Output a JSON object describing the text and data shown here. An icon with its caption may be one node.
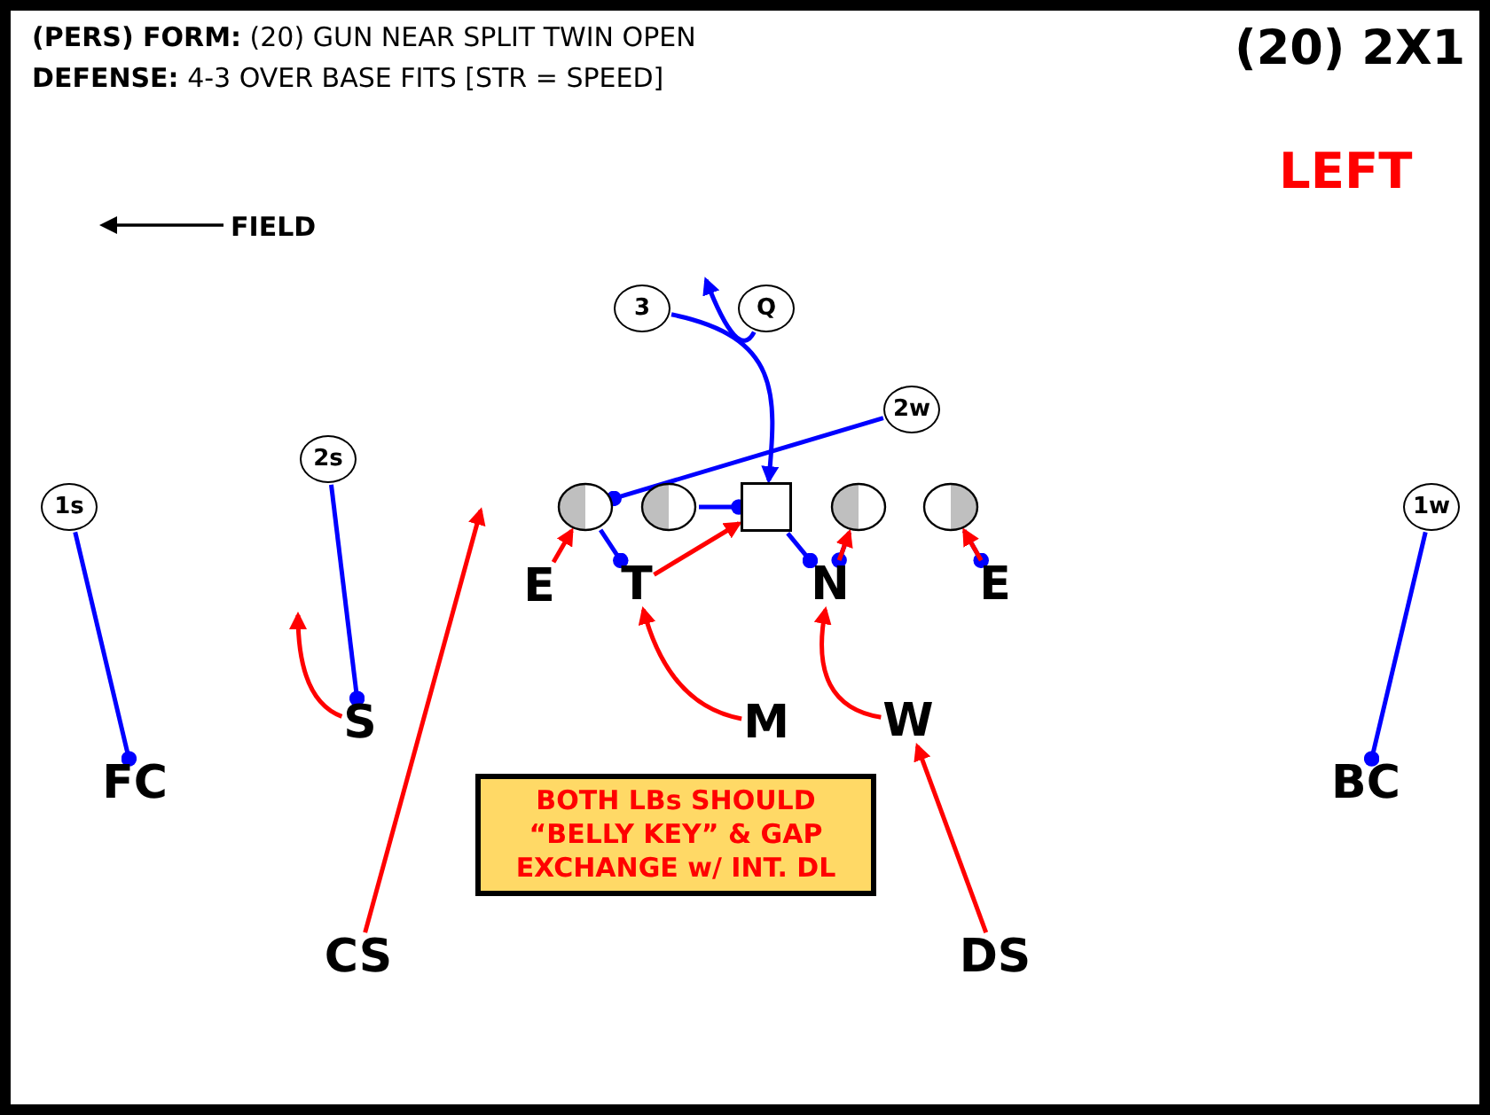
{
  "diagram": {
    "nodes": [
      {
        "text": [
          "3"
        ]
      },
      {
        "text": [
          "Q"
        ]
      },
      {
        "text": [
          "2w"
        ]
      },
      {
        "text": [
          "2s"
        ]
      },
      {
        "text": [
          "1s"
        ]
      },
      {
        "text": [
          "1w"
        ]
      },
      {
        "text": [],
        "shape": "circle"
      },
      {
        "text": [],
        "shape": "circle"
      },
      {
        "text": [],
        "shape": "box"
      },
      {
        "text": [],
        "shape": "circle"
      },
      {
        "text": [],
        "shape": "circle"
      },
      {
        "text": [
          "E"
        ]
      },
      {
        "text": [
          "T"
        ]
      },
      {
        "text": [
          "N"
        ]
      },
      {
        "text": [
          "E"
        ]
      },
      {
        "text": [
          "S"
        ]
      },
      {
        "text": [
          "M"
        ]
      },
      {
        "text": [
          "W"
        ]
      },
      {
        "text": [
          "FC"
        ]
      },
      {
        "text": [
          "BC"
        ]
      },
      {
        "text": [
          "BOTH LBs SHOULD “BELLY KEY” & GAP EXCHANGE w/ INT. DL"
        ]
      },
      {
        "text": [
          "CS"
        ]
      },
      {
        "text": [
          "DS"
        ]
      }
    ],
    "edges": [
      {
        "from": 4,
        "to": 18,
        "arrow": "other"
      },
      {
        "from": 3,
        "to": 15,
        "arrow": "other"
      },
      {
        "from": 5,
        "to": 19,
        "arrow": "other"
      },
      {
        "from": 2,
        "to": 6,
        "arrow": "other"
      },
      {
        "from": 6,
        "to": 12,
        "arrow": "other"
      },
      {
        "from": 7,
        "to": 8,
        "arrow": "other"
      },
      {
        "from": 8,
        "to": 13,
        "arrow": "other"
      },
      {
        "from": 9,
        "to": 13,
        "arrow": "other"
      },
      {
        "from": 10,
        "to": 14,
        "arrow": "other"
      },
      {
        "from": 0,
        "to": 8,
        "arrow": "to"
      },
      {
        "from": 1,
        "to": null,
        "arrow": "to"
      },
      {
        "from": 11,
        "to": 6,
        "arrow": "to",
        "color": "#ff0000"
      },
      {
        "from": 12,
        "to": 8,
        "arrow": "to",
        "color": "#ff0000"
      },
      {
        "from": 13,
        "to": 9,
        "arrow": "to",
        "color": "#ff0000"
      },
      {
        "from": 14,
        "to": 10,
        "arrow": "to",
        "color": "#ff0000"
      },
      {
        "from": 15,
        "to": null,
        "arrow": "to",
        "color": "#ff0000"
      },
      {
        "from": 16,
        "to": 12,
        "arrow": "to",
        "color": "#ff0000"
      },
      {
        "from": 17,
        "to": 13,
        "arrow": "to",
        "color": "#ff0000"
      },
      {
        "from": 21,
        "to": null,
        "arrow": "to",
        "color": "#ff0000"
      },
      {
        "from": 22,
        "to": 17,
        "arrow": "to",
        "color": "#ff0000"
      }
    ],
    "labels": [
      "**(PERS) FORM:** (20) GUN NEAR SPLIT TWIN OPEN",
      "**DEFENSE:** 4-3 OVER BASE FITS [STR = SPEED]",
      "(20) 2X1",
      "LEFT",
      "FIELD"
    ]
  }
}
